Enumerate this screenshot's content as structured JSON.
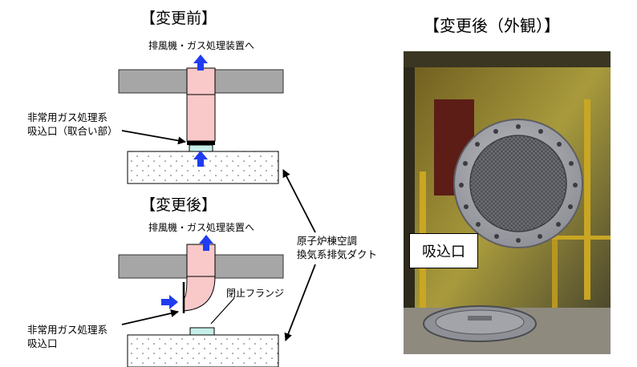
{
  "before": {
    "title": "【変更前】",
    "destination_label": "排風機・ガス処理装置へ",
    "intake_label_line1": "非常用ガス処理系",
    "intake_label_line2": "吸込口（取合い部）"
  },
  "after": {
    "title": "【変更後】",
    "destination_label": "排風機・ガス処理装置へ",
    "flange_label": "閉止フランジ",
    "intake_label_line1": "非常用ガス処理系",
    "intake_label_line2": "吸込口"
  },
  "duct_label_line1": "原子炉棟空調",
  "duct_label_line2": "換気系排気ダクト",
  "photo": {
    "title": "【変更後（外観）】",
    "intake_label": "吸込口"
  },
  "colors": {
    "pipe_fill": "#f9c8c8",
    "slab_gray": "#a6a6a6",
    "arrow_blue": "#1f3cf0",
    "flange_fill": "#c6efea"
  }
}
